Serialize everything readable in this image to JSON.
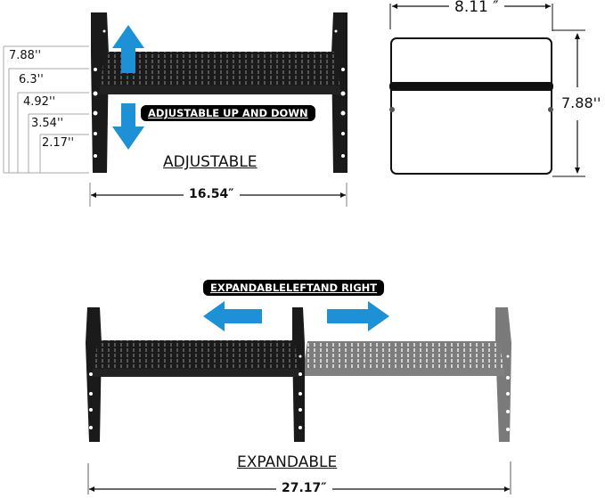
{
  "adjustable_section": {
    "title": "ADJUSTABLE",
    "banner": "ADJUSTABLE UP AND DOWN",
    "width_dimension": "16.54″",
    "height_levels": [
      "7.88''",
      "6.3''",
      "4.92''",
      "3.54''",
      "2.17''"
    ],
    "arrow_color": "#1e90d6"
  },
  "side_view": {
    "width_dimension": "8.11 ″",
    "height_dimension": "7.88''"
  },
  "expandable_section": {
    "title": "EXPANDABLE",
    "banner": "EXPANDABLELEFTAND RIGHT",
    "width_dimension": "27.17″",
    "arrow_color": "#1e90d6"
  }
}
